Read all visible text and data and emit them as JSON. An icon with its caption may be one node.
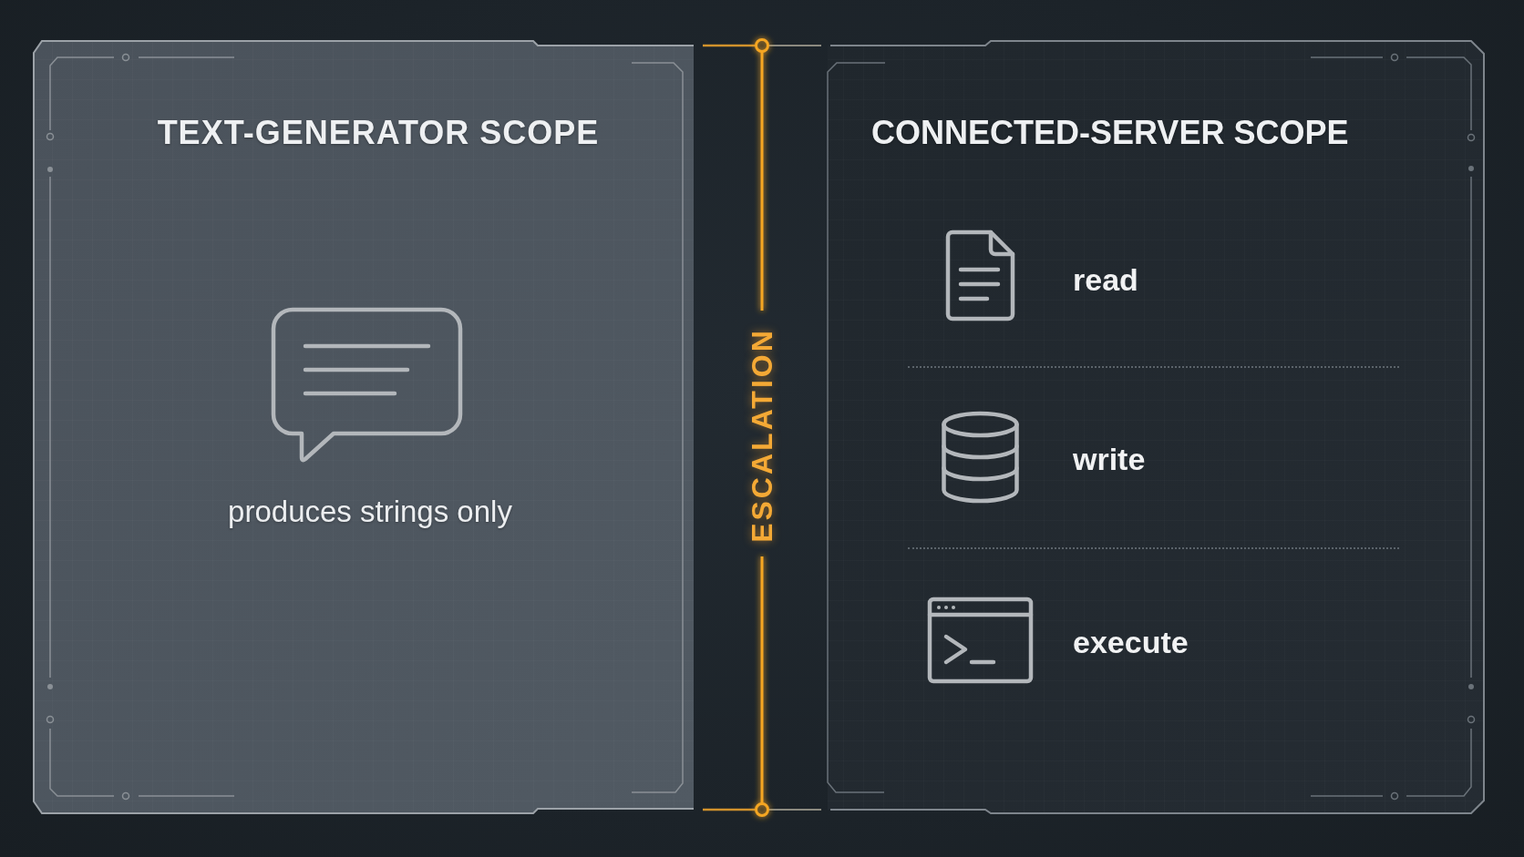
{
  "diagram": {
    "nodes": [
      {
        "text": [
          "TEXT-GENERATOR SCOPE",
          "produces strings only"
        ]
      },
      {
        "text": [
          "CONNECTED-SERVER SCOPE",
          "read",
          "write",
          "execute"
        ]
      }
    ],
    "labels": [
      "ESCALATION"
    ]
  }
}
